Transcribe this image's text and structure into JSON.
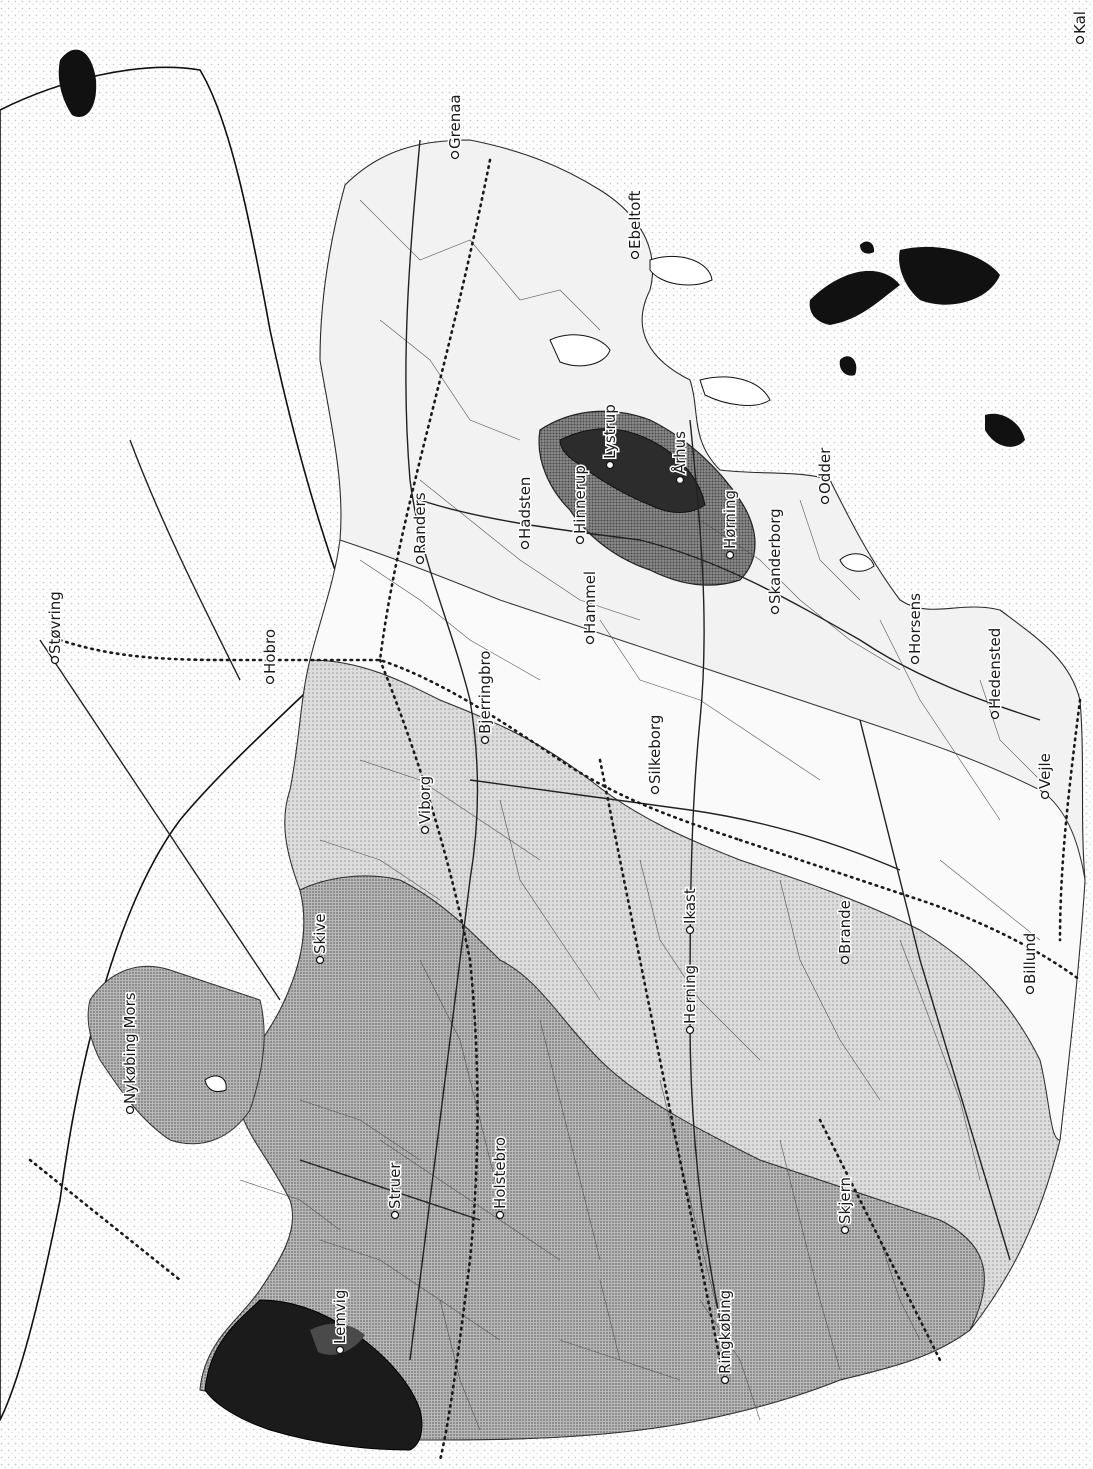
{
  "map": {
    "colors": {
      "background": "#ffffff",
      "land_light": "#f4f4f4",
      "land_shade_1": "#d2d2d2",
      "land_shade_2": "#b2b2b2",
      "land_shade_3": "#8a8a8a",
      "land_dark": "#2a2a2a",
      "speckle": "#9c9c9c"
    },
    "towns": [
      {
        "id": "grenaa",
        "name": "Grenaa"
      },
      {
        "id": "ebeltoft",
        "name": "Ebeltoft"
      },
      {
        "id": "randers",
        "name": "Randers"
      },
      {
        "id": "hadsten",
        "name": "Hadsten"
      },
      {
        "id": "hinnerup",
        "name": "Hinnerup"
      },
      {
        "id": "lystrup",
        "name": "Lystrup"
      },
      {
        "id": "arhus",
        "name": "Århus"
      },
      {
        "id": "hoerning",
        "name": "Hørning"
      },
      {
        "id": "skanderborg",
        "name": "Skanderborg"
      },
      {
        "id": "odder",
        "name": "Odder"
      },
      {
        "id": "hammel",
        "name": "Hammel"
      },
      {
        "id": "stoevring",
        "name": "Støvring"
      },
      {
        "id": "hobro",
        "name": "Hobro"
      },
      {
        "id": "bjerringbro",
        "name": "Bjerringbro"
      },
      {
        "id": "silkeborg",
        "name": "Silkeborg"
      },
      {
        "id": "horsens",
        "name": "Horsens"
      },
      {
        "id": "hedensted",
        "name": "Hedensted"
      },
      {
        "id": "vejle",
        "name": "Vejle"
      },
      {
        "id": "viborg",
        "name": "Viborg"
      },
      {
        "id": "ikast",
        "name": "Ikast"
      },
      {
        "id": "brande",
        "name": "Brande"
      },
      {
        "id": "herning",
        "name": "Herning"
      },
      {
        "id": "billund",
        "name": "Billund"
      },
      {
        "id": "nykobing",
        "name": "Nykøbing Mors"
      },
      {
        "id": "skive",
        "name": "Skive"
      },
      {
        "id": "struer",
        "name": "Struer"
      },
      {
        "id": "holstebro",
        "name": "Holstebro"
      },
      {
        "id": "lemvig",
        "name": "Lemvig"
      },
      {
        "id": "ringkobing",
        "name": "Ringkøbing"
      },
      {
        "id": "skjern",
        "name": "Skjern"
      },
      {
        "id": "kal",
        "name": "Kal"
      }
    ]
  }
}
